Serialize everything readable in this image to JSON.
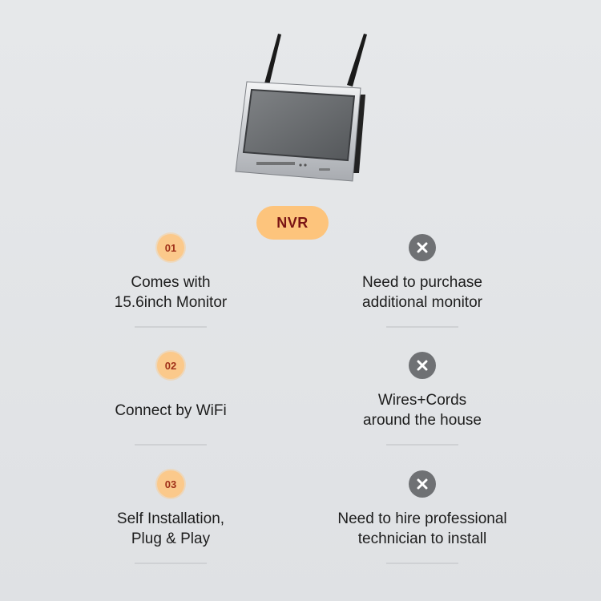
{
  "header": {
    "product_label": "NVR"
  },
  "rows": [
    {
      "number": "01",
      "pro": [
        "Comes with",
        "15.6inch Monitor"
      ],
      "con": [
        "Need to purchase",
        "additional monitor"
      ]
    },
    {
      "number": "02",
      "pro": [
        "Connect by WiFi"
      ],
      "con": [
        "Wires+Cords",
        "around the house"
      ]
    },
    {
      "number": "03",
      "pro": [
        "Self Installation,",
        "Plug & Play"
      ],
      "con": [
        "Need to hire professional",
        "technician to install"
      ]
    }
  ],
  "colors": {
    "accent": "#fdc47c",
    "accent_text": "#7a1414",
    "cross": "#6f7174"
  },
  "icons": {
    "product": "nvr-monitor-icon",
    "con": "close-icon"
  }
}
